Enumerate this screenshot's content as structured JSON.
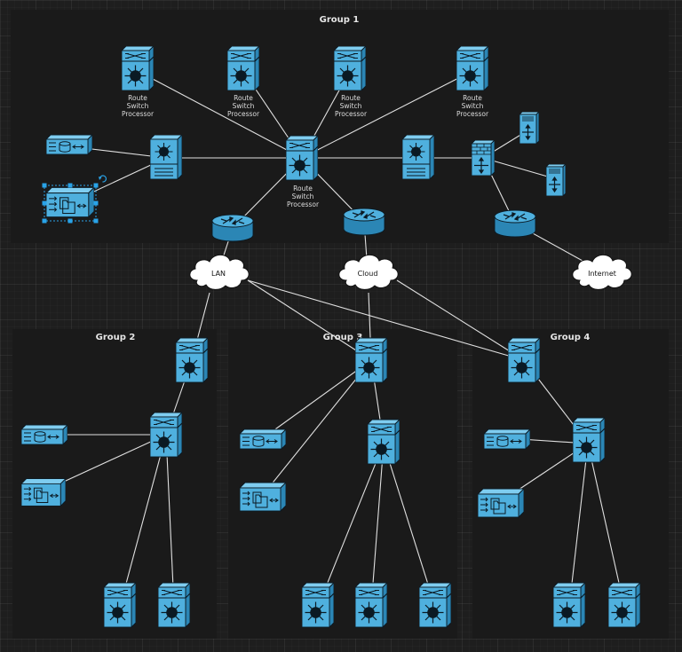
{
  "colors": {
    "device_fill": "#4fb0de",
    "device_light": "#7fcdf0",
    "device_dark": "#2b86b5",
    "stroke": "#0b1a24",
    "group_fill": "#1a1a1a",
    "link": "#e0e0e0",
    "cloud_fill": "#ffffff",
    "selection": "#29a3e8"
  },
  "groups": {
    "g1": "Group 1",
    "g2": "Group 2",
    "g3": "Group 3",
    "g4": "Group 4"
  },
  "labels": {
    "route_switch_processor": "Route\nSwitch\nProcessor"
  },
  "clouds": {
    "lan": "LAN",
    "cloud": "Cloud",
    "internet": "Internet"
  }
}
